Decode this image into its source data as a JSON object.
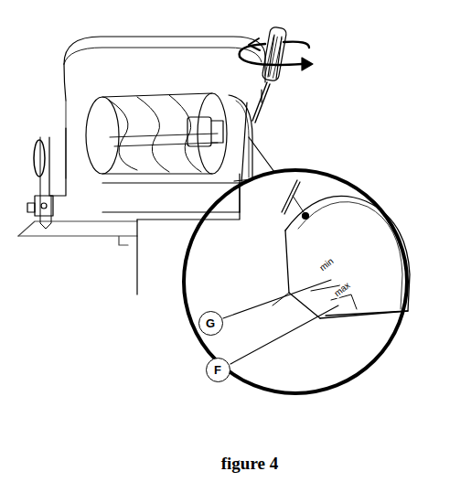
{
  "diagram": {
    "caption": "figure 4",
    "nodes": [
      {
        "text": [
          "G"
        ]
      },
      {
        "text": [
          "F"
        ]
      }
    ],
    "labels": [
      "min",
      "max"
    ]
  }
}
